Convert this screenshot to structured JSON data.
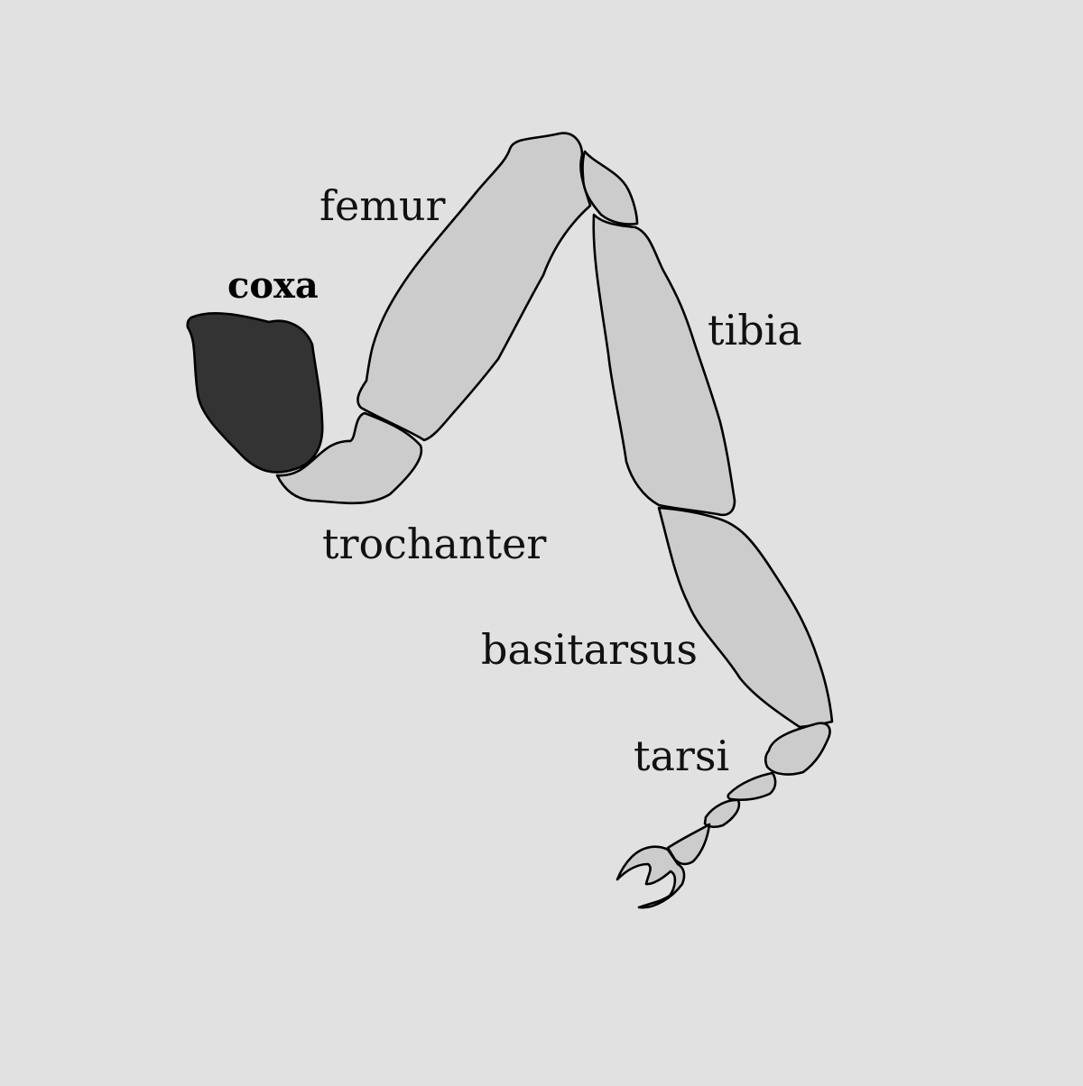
{
  "labels": {
    "coxa": "coxa",
    "femur": "femur",
    "trochanter": "trochanter",
    "tibia": "tibia",
    "basitarsus": "basitarsus",
    "tarsi": "tarsi"
  },
  "highlighted_segment": "coxa",
  "colors": {
    "background": "#e1e1e1",
    "segment_fill": "#cccccc",
    "highlight_fill": "#333333",
    "outline": "#000000"
  }
}
